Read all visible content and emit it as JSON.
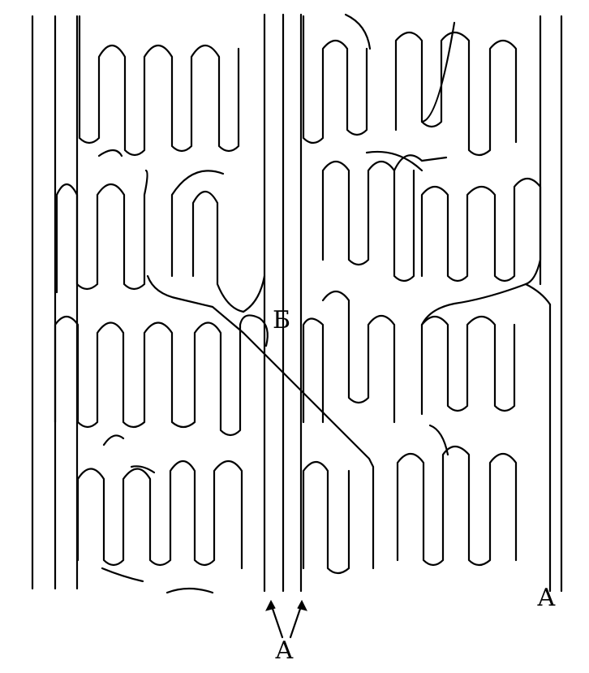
{
  "labels": {
    "b": "Б",
    "a_right": "А",
    "a_bottom": "А"
  },
  "colors": {
    "stroke": "#000000",
    "background": "#ffffff"
  }
}
